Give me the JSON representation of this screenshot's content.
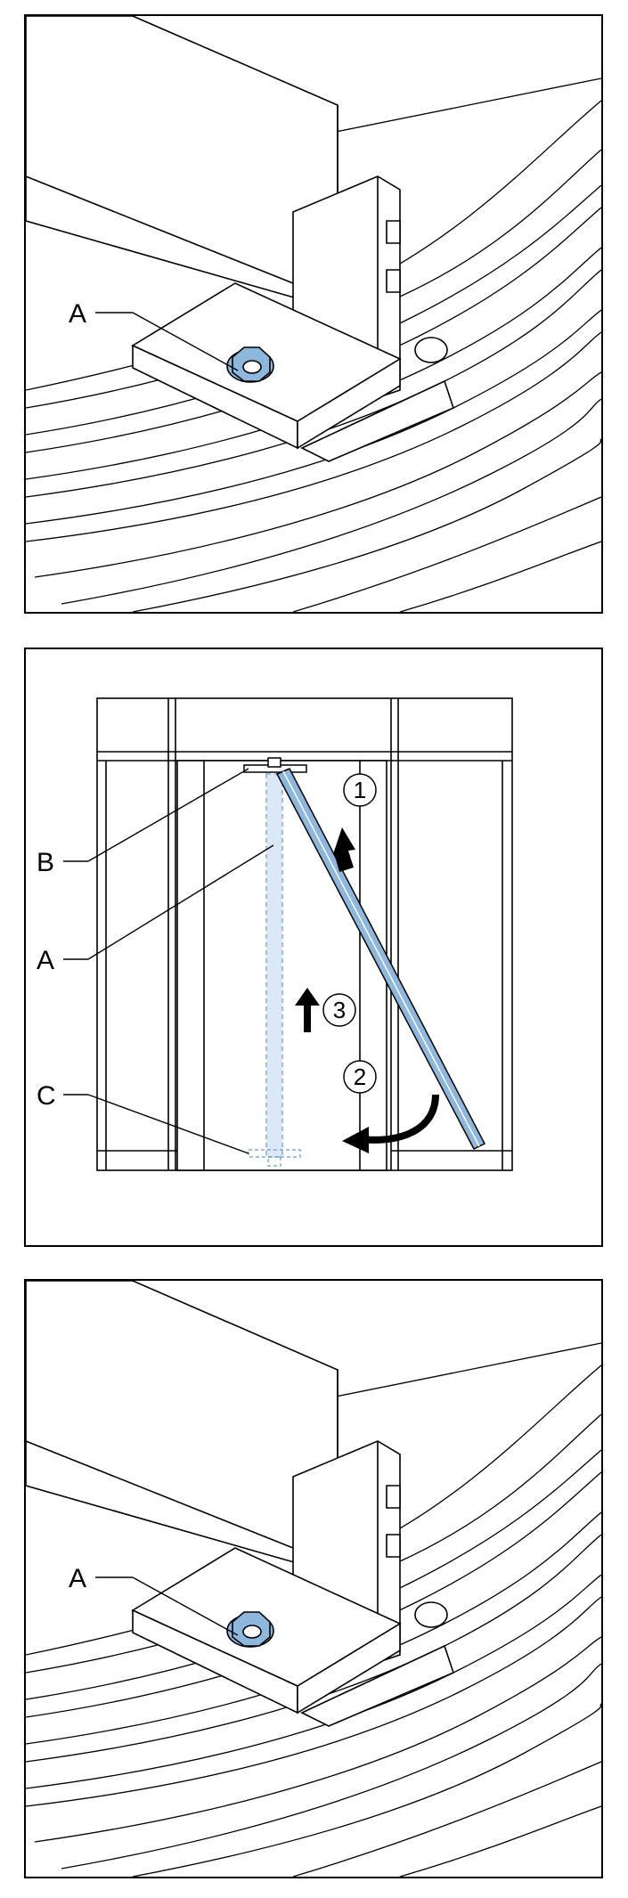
{
  "panels": [
    {
      "callouts": {
        "a": "A"
      }
    },
    {
      "callouts": {
        "a": "A",
        "b": "B",
        "c": "C"
      },
      "steps": {
        "s1": "1",
        "s2": "2",
        "s3": "3"
      }
    },
    {
      "callouts": {
        "a": "A"
      }
    }
  ],
  "colors": {
    "highlight_blue": "#8db7dc",
    "highlight_light": "#dbe8f5",
    "line": "#000000"
  }
}
